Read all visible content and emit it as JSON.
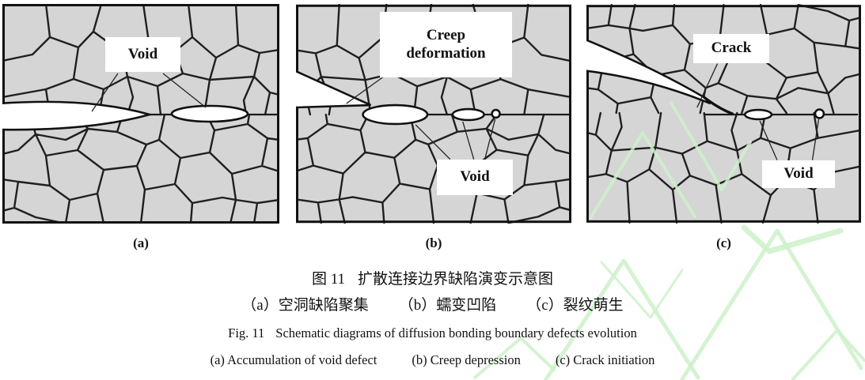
{
  "figure": {
    "panels": [
      {
        "letter": "(a)",
        "annotations": {
          "void": "Void"
        }
      },
      {
        "letter": "(b)",
        "annotations": {
          "creep": "Creep deformation",
          "void": "Void"
        }
      },
      {
        "letter": "(c)",
        "annotations": {
          "crack": "Crack",
          "void": "Void"
        }
      }
    ],
    "caption": {
      "zh_fig_label": "图 11",
      "zh_title": "扩散连接边界缺陷演变示意图",
      "zh_sub_items": [
        "（a）空洞缺陷聚集",
        "（b）蠕变凹陷",
        "（c）裂纹萌生"
      ],
      "en_fig_label": "Fig. 11",
      "en_title": "Schematic diagrams of diffusion bonding boundary defects evolution",
      "en_sub_items": [
        "(a) Accumulation of void defect",
        "(b) Creep depression",
        "(c) Crack initiation"
      ]
    },
    "colors": {
      "grain_fill": "#d5d5d5",
      "grain_boundary": "#1f1f1f",
      "void_fill": "#ffffff",
      "watermark_green": "#cdf1c9",
      "page_background": "#ffffff"
    }
  }
}
